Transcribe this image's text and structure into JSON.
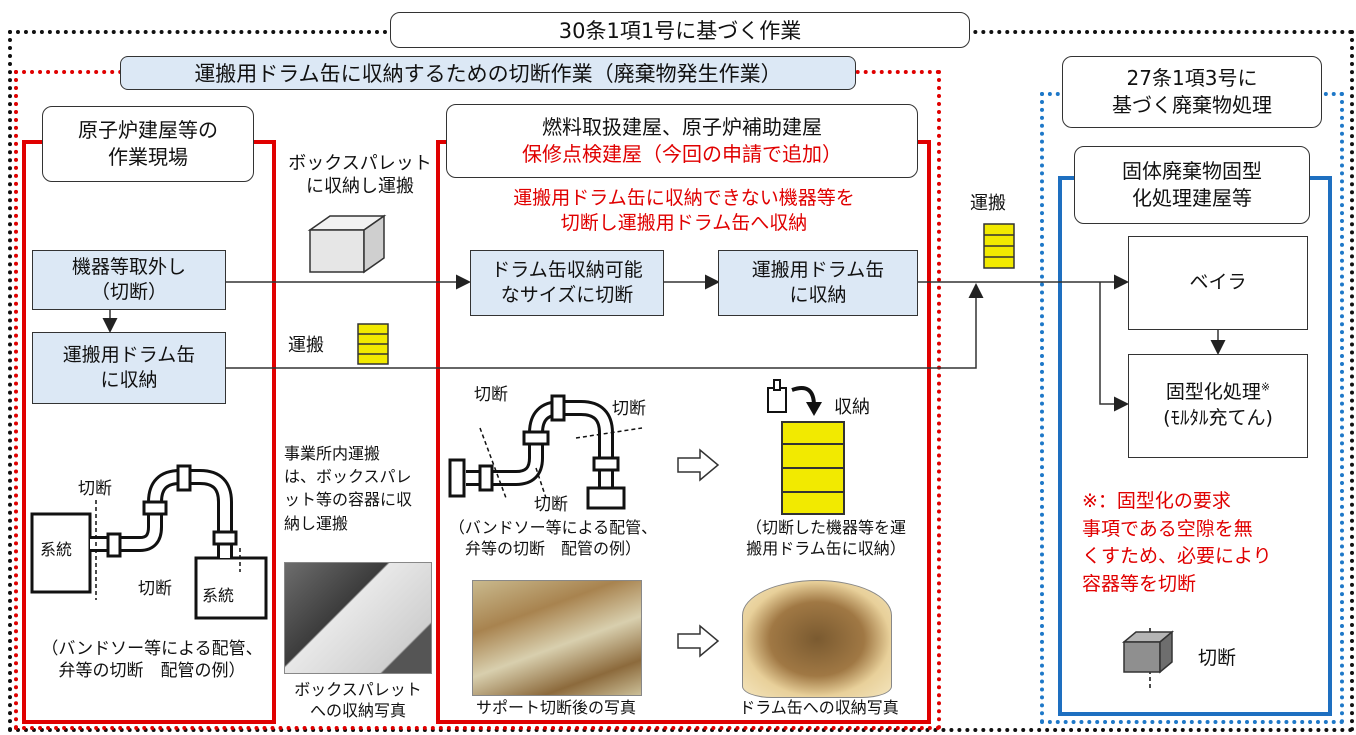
{
  "outer": {
    "title": "30条1項1号に基づく作業"
  },
  "cutting": {
    "title": "運搬用ドラム缶に収納するための切断作業（廃棄物発生作業）"
  },
  "site": {
    "title_line1": "原子炉建屋等の",
    "title_line2": "作業現場",
    "step1_line1": "機器等取外し",
    "step1_line2": "（切断）",
    "step2_line1": "運搬用ドラム缶",
    "step2_line2": "に収納",
    "pipe_cut_label": "切断",
    "pipe_cut_label2": "切断",
    "system_left": "系統",
    "system_right": "系統",
    "caption_line1": "（バンドソー等による配管、",
    "caption_line2": "弁等の切断　配管の例）"
  },
  "middle_col": {
    "box_pallet_line1": "ボックスパレット",
    "box_pallet_line2": "に収納し運搬",
    "transport": "運搬",
    "onsite_line1": "事業所内運搬",
    "onsite_line2": "は、ボックスパレ",
    "onsite_line3": "ット等の容器に収",
    "onsite_line4": "納し運搬",
    "photo_caption_line1": "ボックスパレット",
    "photo_caption_line2": "への収納写真"
  },
  "building": {
    "title_line1": "燃料取扱建屋、原子炉補助建屋",
    "title_line2": "保修点検建屋（今回の申請で追加）",
    "note_line1": "運搬用ドラム缶に収納できない機器等を",
    "note_line2": "切断し運搬用ドラム缶へ収納",
    "step1_line1": "ドラム缶収納可能",
    "step1_line2": "なサイズに切断",
    "step2_line1": "運搬用ドラム缶",
    "step2_line2": "に収納",
    "cut_a": "切断",
    "cut_b": "切断",
    "cut_c": "切断",
    "pipe_caption_line1": "（バンドソー等による配管、",
    "pipe_caption_line2": "弁等の切断　配管の例）",
    "store_label": "収納",
    "drum_caption_line1": "（切断した機器等を運",
    "drum_caption_line2": "搬用ドラム缶に収納）",
    "photo1_caption": "サポート切断後の写真",
    "photo2_caption": "ドラム缶への収納写真"
  },
  "transport_right": "運搬",
  "waste": {
    "title_line1": "27条1項3号に",
    "title_line2": "基づく廃棄物処理",
    "facility_line1": "固体廃棄物固型",
    "facility_line2": "化処理建屋等",
    "baler": "ベイラ",
    "solidify_line1": "固型化処理",
    "solidify_mark": "※",
    "solidify_line2": "(ﾓﾙﾀﾙ充てん)",
    "note_line1": "※：固型化の要求",
    "note_line2": "事項である空隙を無",
    "note_line3": "くすため、必要により",
    "note_line4": "容器等を切断",
    "cut_label": "切断"
  },
  "colors": {
    "red": "#e00000",
    "blue": "#1e6fc0",
    "drum_yellow": "#f2ea00",
    "box_fill": "#dce8f5"
  }
}
